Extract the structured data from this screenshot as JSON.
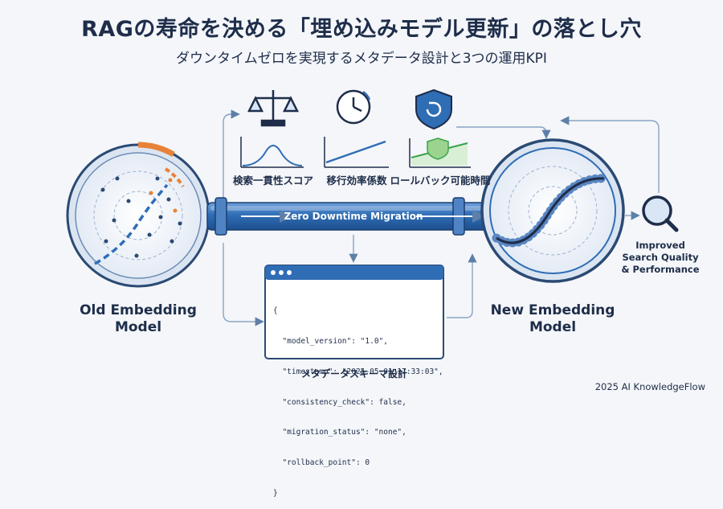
{
  "title": "RAGの寿命を決める「埋め込みモデル更新」の落とし穴",
  "subtitle": "ダウンタイムゼロを実現するメタデータ設計と3つの運用KPI",
  "old_model": {
    "line1": "Old Embedding",
    "line2": "Model"
  },
  "new_model": {
    "line1": "New Embedding",
    "line2": "Model"
  },
  "pipe_label": "Zero Downtime Migration",
  "kpis": [
    {
      "label": "検索一貫性スコア",
      "icon": "balance-scale-icon"
    },
    {
      "label": "移行効率係数",
      "icon": "clock-refresh-icon"
    },
    {
      "label": "ロールバック可能時間",
      "icon": "shield-undo-icon"
    }
  ],
  "schema": {
    "label": "メタデータスキーマ設計",
    "lines": [
      "{",
      "  \"model_version\": \"1.0\",",
      "  \"timestamp\": \"2025-05-01 17:33:03\",",
      "  \"consistency_check\": false,",
      "  \"migration_status\": \"none\",",
      "  \"rollback_point\": 0",
      "}"
    ]
  },
  "improved": {
    "line1": "Improved",
    "line2": "Search Quality",
    "line3": "& Performance"
  },
  "footer": "2025 AI KnowledgeFlow",
  "colors": {
    "navy": "#1e2d4a",
    "blue": "#2f6db5",
    "light_blue": "#d9e6f5",
    "orange": "#e8823a",
    "green": "#3aa34a"
  }
}
